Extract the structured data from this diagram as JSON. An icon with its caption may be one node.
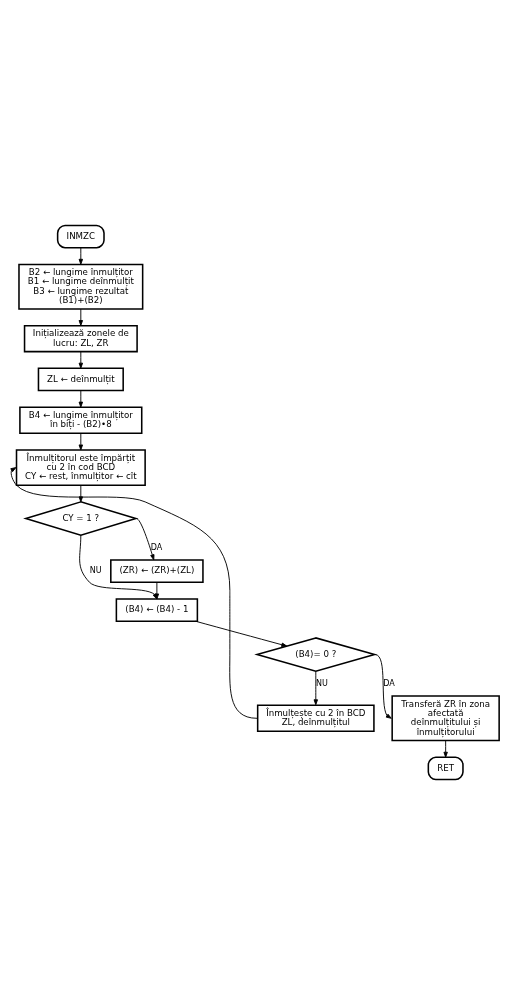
{
  "diagram": {
    "nodes": [
      {
        "text": [
          "INMZC"
        ]
      },
      {
        "text": [
          "B2 ← lungime înmulțitor",
          "B1 ← lungime deînmulțit",
          "B3 ← lungime rezultat (B1)+(B2)"
        ]
      },
      {
        "text": [
          "Inițializează zonele de lucru: ZL, ZR"
        ]
      },
      {
        "text": [
          "ZL ← deînmulțit"
        ]
      },
      {
        "text": [
          "B4 ← lungime înmulțitor în biți - (B2)•8"
        ]
      },
      {
        "text": [
          "Înmulțitorul este împărțit cu 2 în cod BCD",
          "CY ← rest, înmulțitor ← cît"
        ]
      },
      {
        "text": [
          "CY = 1 ?"
        ]
      },
      {
        "text": [
          "(ZR) ← (ZR)+(ZL)"
        ]
      },
      {
        "text": [
          "(B4) ← (B4) - 1"
        ]
      },
      {
        "text": [
          "(B4)= 0 ?"
        ]
      },
      {
        "text": [
          "Transferă ZR în zona afectată deînmulțitului și înmulțitorului"
        ]
      },
      {
        "text": [
          "Înmulțește cu 2 în BCD ZL, deînmulțitul"
        ]
      },
      {
        "text": [
          "RET"
        ]
      }
    ],
    "edges": [
      {
        "from": 0,
        "to": 1,
        "arrow": "to"
      },
      {
        "from": 1,
        "to": 2,
        "arrow": "to"
      },
      {
        "from": 2,
        "to": 3,
        "arrow": "to"
      },
      {
        "from": 3,
        "to": 4,
        "arrow": "to"
      },
      {
        "from": 4,
        "to": 5,
        "arrow": "to"
      },
      {
        "from": 5,
        "to": 6,
        "arrow": "to"
      },
      {
        "from": 6,
        "to": 7,
        "arrow": "to",
        "label": "DA"
      },
      {
        "from": 6,
        "to": 8,
        "arrow": "to",
        "label": "NU"
      },
      {
        "from": 7,
        "to": 8,
        "arrow": "to"
      },
      {
        "from": 8,
        "to": 9,
        "arrow": "to"
      },
      {
        "from": 9,
        "to": 10,
        "arrow": "to",
        "label": "DA"
      },
      {
        "from": 9,
        "to": 11,
        "arrow": "to",
        "label": "NU"
      },
      {
        "from": 10,
        "to": 12,
        "arrow": "to"
      },
      {
        "from": 11,
        "to": 5,
        "arrow": "to"
      }
    ]
  }
}
